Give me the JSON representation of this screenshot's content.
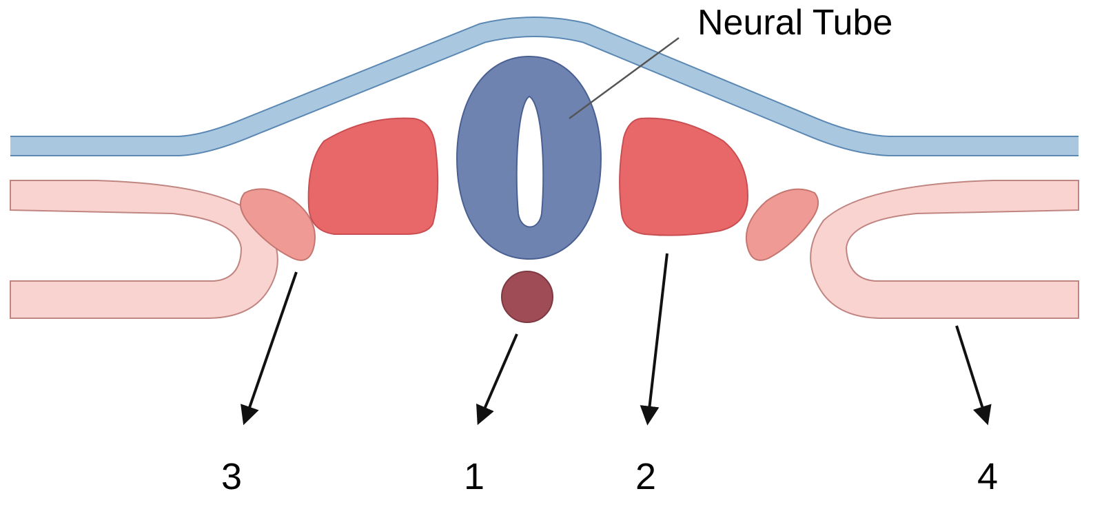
{
  "diagram": {
    "callout_label": "Neural Tube",
    "labels": {
      "left_outer": "3",
      "notochord": "1",
      "right_somite": "2",
      "right_outer": "4"
    },
    "colors": {
      "ectoderm": "#a9c8e0",
      "ectoderm_stroke": "#5b87b3",
      "neural_tube": "#6f83b0",
      "neural_tube_stroke": "#4a5f92",
      "somite": "#e8686a",
      "somite_stroke": "#c94e52",
      "intermediate_mesoderm": "#ef9a95",
      "lateral_plate": "#f8d3cf",
      "lateral_plate_stroke": "#c08581",
      "notochord": "#a04c57",
      "arrow": "#111111"
    }
  }
}
